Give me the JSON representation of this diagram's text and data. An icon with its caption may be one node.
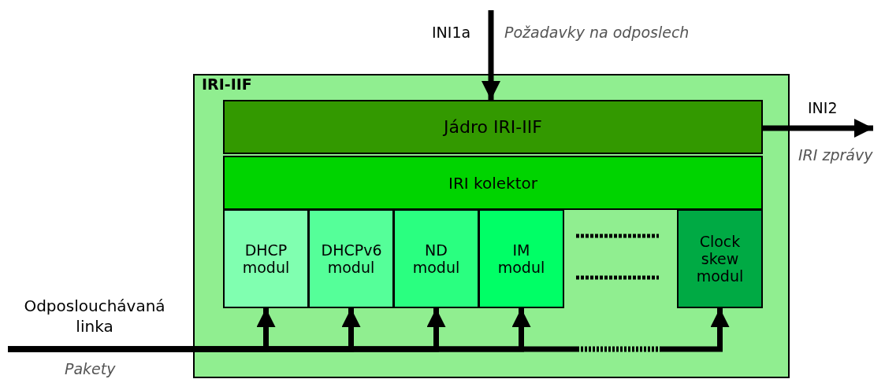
{
  "diagram": {
    "nodes": [
      {
        "text": [
          "IRI-IIF"
        ]
      },
      {
        "text": [
          "Jádro IRI-IIF"
        ],
        "in": 0
      },
      {
        "text": [
          "IRI kolektor"
        ],
        "in": 0
      },
      {
        "text": [
          "DHCP modul"
        ],
        "in": 0
      },
      {
        "text": [
          "DHCPv6 modul"
        ],
        "in": 0
      },
      {
        "text": [
          "ND modul"
        ],
        "in": 0
      },
      {
        "text": [
          "IM modul"
        ],
        "in": 0
      },
      {
        "text": [
          "Clock skew modul"
        ],
        "in": 0
      },
      {
        "text": [
          "Odposlouchávaná linka"
        ],
        "beside": [
          "Pakety"
        ]
      }
    ],
    "edges": [
      {
        "from": null,
        "to": 1,
        "arrow": "to",
        "label": "INI1a"
      },
      {
        "from": 1,
        "to": null,
        "arrow": "to",
        "label": "INI2"
      },
      {
        "from": 8,
        "to": 3,
        "arrow": "to"
      },
      {
        "from": 8,
        "to": 4,
        "arrow": "to"
      },
      {
        "from": 8,
        "to": 5,
        "arrow": "to"
      },
      {
        "from": 8,
        "to": 6,
        "arrow": "to"
      },
      {
        "from": 8,
        "to": 7,
        "arrow": "to",
        "style": "dashed"
      }
    ],
    "labels": [
      "Požadavky na odposlech",
      "IRI zprávy"
    ]
  }
}
